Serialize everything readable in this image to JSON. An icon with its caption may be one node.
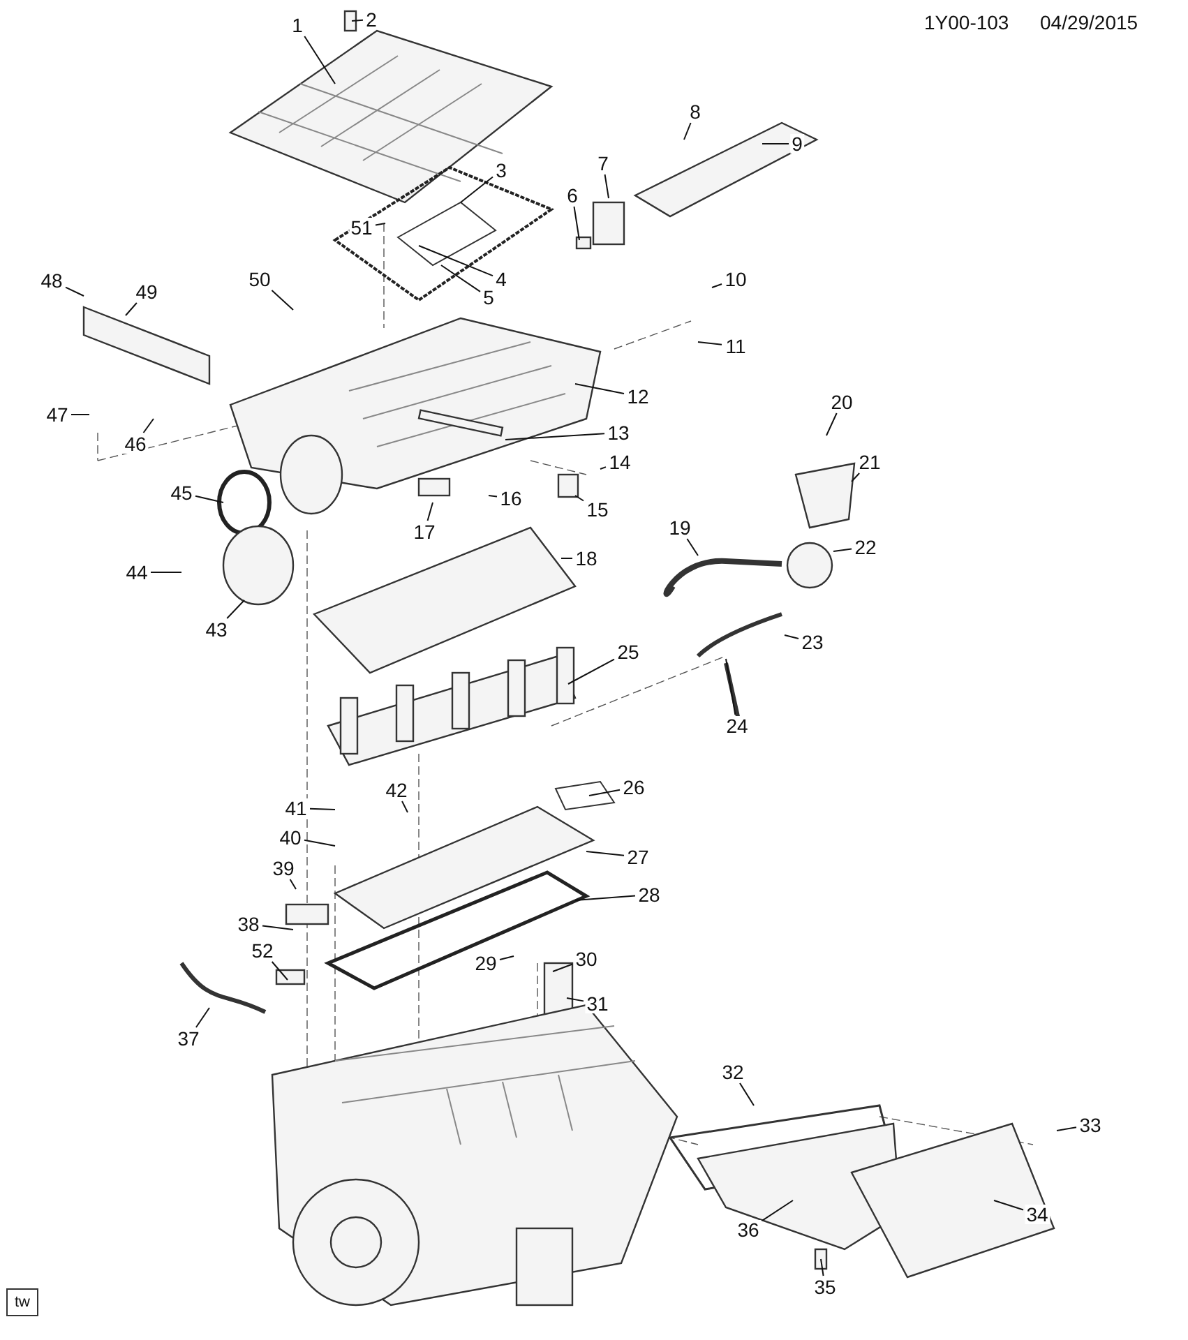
{
  "diagram": {
    "nodes": [
      {
        "text": [
          "1"
        ]
      },
      {
        "text": [
          "2"
        ]
      },
      {
        "text": [
          "3"
        ]
      },
      {
        "text": [
          "4"
        ]
      },
      {
        "text": [
          "5"
        ]
      },
      {
        "text": [
          "6"
        ]
      },
      {
        "text": [
          "7"
        ]
      },
      {
        "text": [
          "8"
        ]
      },
      {
        "text": [
          "9"
        ]
      },
      {
        "text": [
          "10"
        ]
      },
      {
        "text": [
          "11"
        ]
      },
      {
        "text": [
          "12"
        ]
      },
      {
        "text": [
          "13"
        ]
      },
      {
        "text": [
          "14"
        ]
      },
      {
        "text": [
          "15"
        ]
      },
      {
        "text": [
          "16"
        ]
      },
      {
        "text": [
          "17"
        ]
      },
      {
        "text": [
          "18"
        ]
      },
      {
        "text": [
          "19"
        ]
      },
      {
        "text": [
          "20"
        ]
      },
      {
        "text": [
          "21"
        ]
      },
      {
        "text": [
          "22"
        ]
      },
      {
        "text": [
          "23"
        ]
      },
      {
        "text": [
          "24"
        ]
      },
      {
        "text": [
          "25"
        ]
      },
      {
        "text": [
          "26"
        ]
      },
      {
        "text": [
          "27"
        ]
      },
      {
        "text": [
          "28"
        ]
      },
      {
        "text": [
          "29"
        ]
      },
      {
        "text": [
          "30"
        ]
      },
      {
        "text": [
          "31"
        ]
      },
      {
        "text": [
          "32"
        ]
      },
      {
        "text": [
          "33"
        ]
      },
      {
        "text": [
          "34"
        ]
      },
      {
        "text": [
          "35"
        ]
      },
      {
        "text": [
          "36"
        ]
      },
      {
        "text": [
          "37"
        ]
      },
      {
        "text": [
          "38"
        ]
      },
      {
        "text": [
          "39"
        ]
      },
      {
        "text": [
          "40"
        ]
      },
      {
        "text": [
          "41"
        ]
      },
      {
        "text": [
          "42"
        ]
      },
      {
        "text": [
          "43"
        ]
      },
      {
        "text": [
          "44"
        ]
      },
      {
        "text": [
          "45"
        ]
      },
      {
        "text": [
          "46"
        ]
      },
      {
        "text": [
          "47"
        ]
      },
      {
        "text": [
          "48"
        ]
      },
      {
        "text": [
          "49"
        ]
      },
      {
        "text": [
          "50"
        ]
      },
      {
        "text": [
          "51"
        ]
      },
      {
        "text": [
          "52"
        ]
      },
      {
        "text": [
          "tw"
        ]
      }
    ],
    "edges": [
      {
        "from": 0,
        "to": null,
        "arrow": "none"
      },
      {
        "from": 1,
        "to": null,
        "arrow": "none"
      },
      {
        "from": 2,
        "to": null,
        "arrow": "none"
      },
      {
        "from": 3,
        "to": null,
        "arrow": "none"
      },
      {
        "from": 4,
        "to": null,
        "arrow": "none"
      },
      {
        "from": 5,
        "to": null,
        "arrow": "none"
      },
      {
        "from": 6,
        "to": null,
        "arrow": "none"
      },
      {
        "from": 7,
        "to": null,
        "arrow": "none"
      },
      {
        "from": 8,
        "to": null,
        "arrow": "none"
      },
      {
        "from": 9,
        "to": null,
        "arrow": "none"
      },
      {
        "from": 10,
        "to": null,
        "arrow": "none"
      },
      {
        "from": 11,
        "to": null,
        "arrow": "none"
      },
      {
        "from": 12,
        "to": null,
        "arrow": "none"
      },
      {
        "from": 13,
        "to": null,
        "arrow": "none"
      },
      {
        "from": 14,
        "to": null,
        "arrow": "none"
      },
      {
        "from": 15,
        "to": null,
        "arrow": "none"
      },
      {
        "from": 16,
        "to": null,
        "arrow": "none"
      },
      {
        "from": 17,
        "to": null,
        "arrow": "none"
      },
      {
        "from": 18,
        "to": null,
        "arrow": "none"
      },
      {
        "from": 19,
        "to": null,
        "arrow": "none"
      },
      {
        "from": 20,
        "to": null,
        "arrow": "none"
      },
      {
        "from": 21,
        "to": null,
        "arrow": "none"
      },
      {
        "from": 22,
        "to": null,
        "arrow": "none"
      },
      {
        "from": 23,
        "to": null,
        "arrow": "none"
      },
      {
        "from": 24,
        "to": null,
        "arrow": "none"
      },
      {
        "from": 25,
        "to": null,
        "arrow": "none"
      },
      {
        "from": 26,
        "to": null,
        "arrow": "none"
      },
      {
        "from": 27,
        "to": null,
        "arrow": "none"
      },
      {
        "from": 28,
        "to": null,
        "arrow": "none"
      },
      {
        "from": 29,
        "to": null,
        "arrow": "none"
      },
      {
        "from": 30,
        "to": null,
        "arrow": "none"
      },
      {
        "from": 31,
        "to": null,
        "arrow": "none"
      },
      {
        "from": 32,
        "to": null,
        "arrow": "none"
      },
      {
        "from": 33,
        "to": null,
        "arrow": "none"
      },
      {
        "from": 34,
        "to": null,
        "arrow": "none"
      },
      {
        "from": 35,
        "to": null,
        "arrow": "none"
      },
      {
        "from": 36,
        "to": null,
        "arrow": "none"
      },
      {
        "from": 37,
        "to": null,
        "arrow": "none"
      },
      {
        "from": 38,
        "to": null,
        "arrow": "none"
      },
      {
        "from": 39,
        "to": null,
        "arrow": "none"
      },
      {
        "from": 40,
        "to": null,
        "arrow": "none"
      },
      {
        "from": 41,
        "to": null,
        "arrow": "none"
      },
      {
        "from": 42,
        "to": null,
        "arrow": "none"
      },
      {
        "from": 43,
        "to": null,
        "arrow": "none"
      },
      {
        "from": 44,
        "to": null,
        "arrow": "none"
      },
      {
        "from": 45,
        "to": null,
        "arrow": "none"
      },
      {
        "from": 46,
        "to": null,
        "arrow": "none"
      },
      {
        "from": 47,
        "to": null,
        "arrow": "none"
      },
      {
        "from": 48,
        "to": null,
        "arrow": "none"
      },
      {
        "from": 49,
        "to": null,
        "arrow": "none"
      },
      {
        "from": 50,
        "to": null,
        "arrow": "none"
      },
      {
        "from": 51,
        "to": null,
        "arrow": "none"
      }
    ],
    "labels": [
      "1Y00-103",
      "04/29/2015"
    ]
  }
}
